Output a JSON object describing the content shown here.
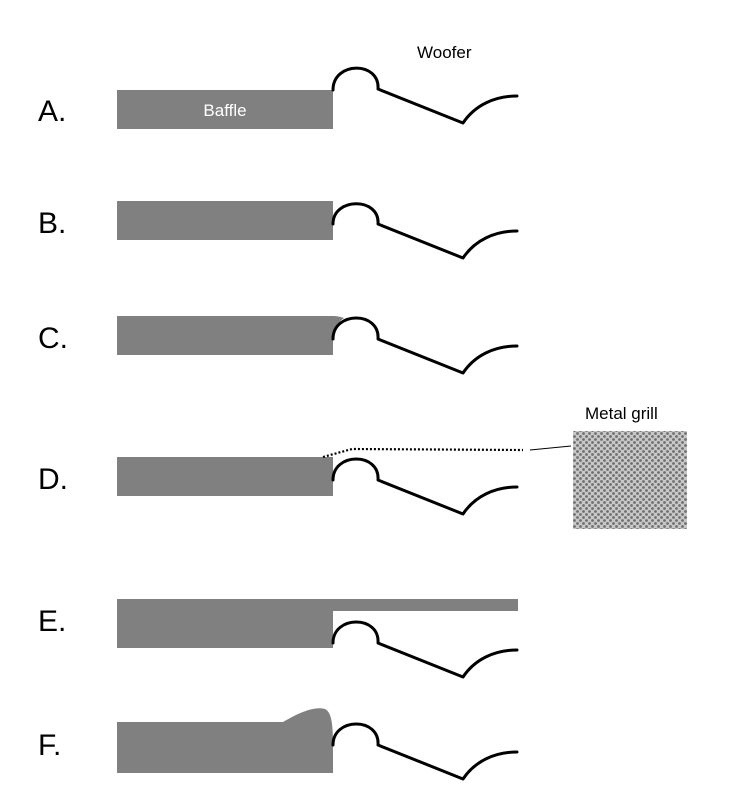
{
  "rows": [
    {
      "label": "A."
    },
    {
      "label": "B."
    },
    {
      "label": "C."
    },
    {
      "label": "D."
    },
    {
      "label": "E."
    },
    {
      "label": "F."
    }
  ],
  "captions": {
    "woofer": "Woofer",
    "baffle": "Baffle",
    "metal_grill": "Metal grill"
  },
  "colors": {
    "baffle": "#808080",
    "outline": "#000000",
    "grill_background": "#c8c8c8",
    "grill_dots": "#6e6e6e"
  }
}
